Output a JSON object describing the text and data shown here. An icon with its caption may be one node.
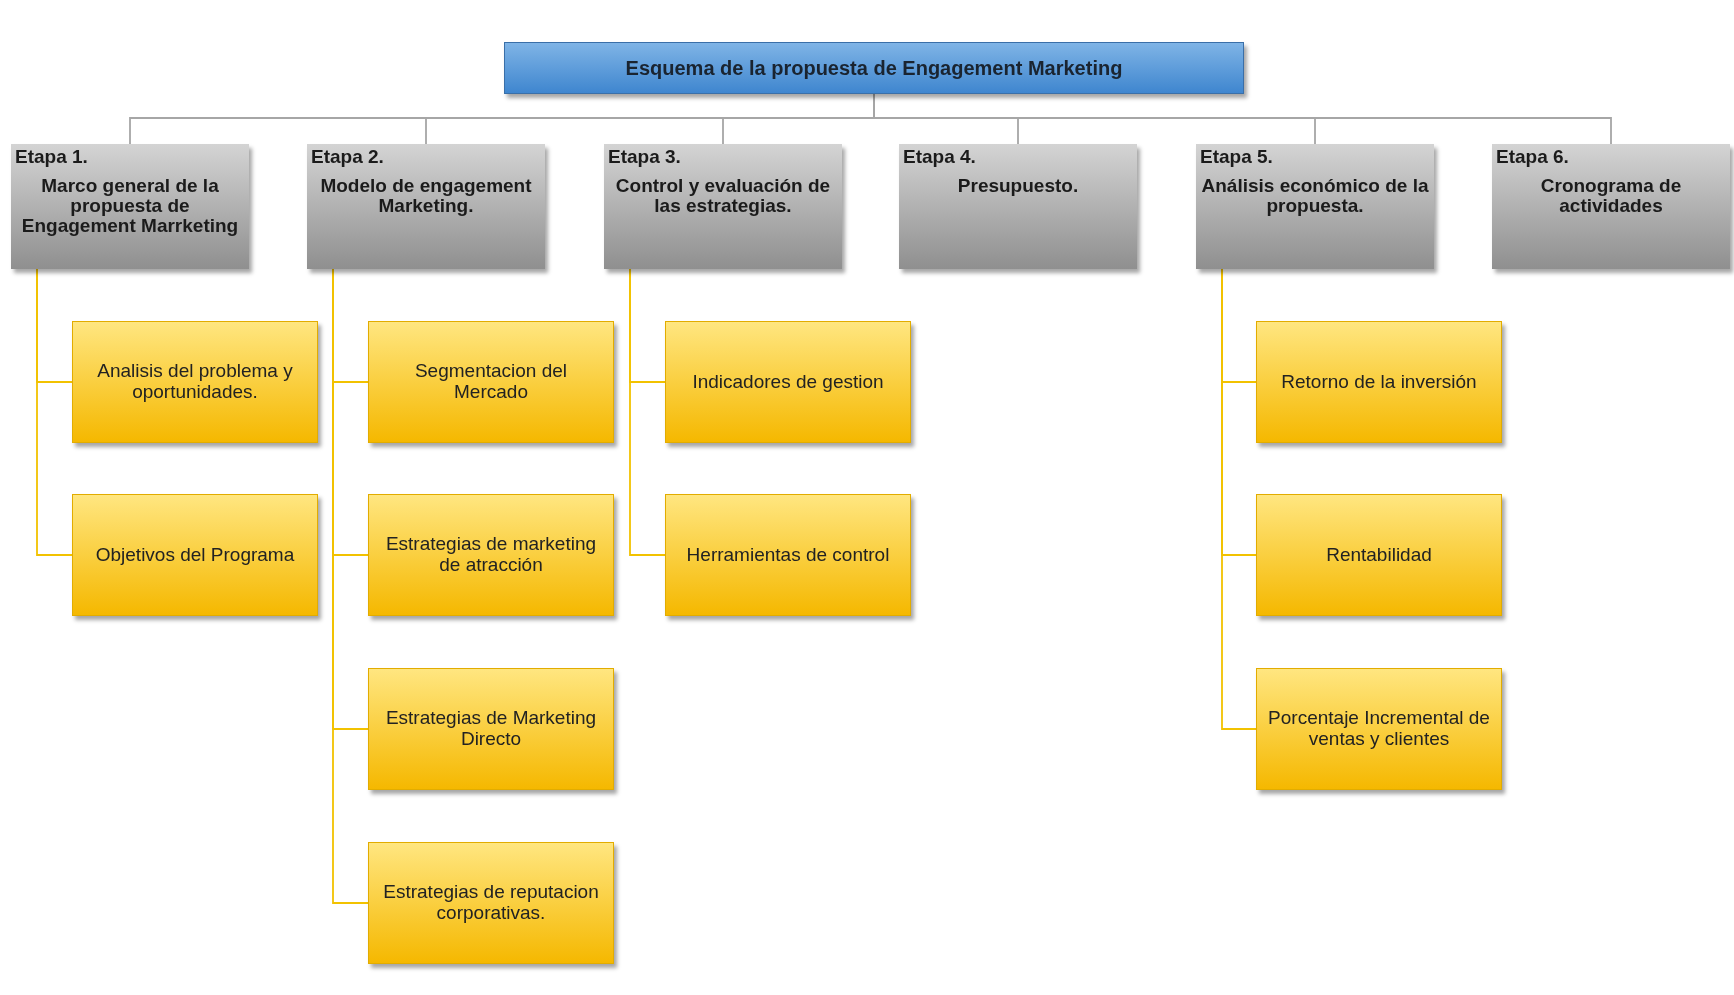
{
  "diagram": {
    "nodes": [
      {
        "text": [
          "Esquema de la propuesta de Engagement Marketing"
        ]
      },
      {
        "text": [
          "Etapa 1.",
          "Marco general de la propuesta de Engagement Marrketing"
        ]
      },
      {
        "text": [
          "Analisis del problema y oportunidades."
        ]
      },
      {
        "text": [
          "Objetivos del Programa"
        ]
      },
      {
        "text": [
          "Etapa 2.",
          "Modelo de engagement Marketing."
        ]
      },
      {
        "text": [
          "Segmentacion del Mercado"
        ]
      },
      {
        "text": [
          "Estrategias de marketing de atracción"
        ]
      },
      {
        "text": [
          "Estrategias de Marketing Directo"
        ]
      },
      {
        "text": [
          "Estrategias de reputacion corporativas."
        ]
      },
      {
        "text": [
          "Etapa 3.",
          "Control y evaluación de las estrategias."
        ]
      },
      {
        "text": [
          "Indicadores de gestion"
        ]
      },
      {
        "text": [
          "Herramientas  de control"
        ]
      },
      {
        "text": [
          "Etapa 4.",
          "Presupuesto."
        ]
      },
      {
        "text": [
          "Etapa 5.",
          "Análisis económico de la propuesta."
        ]
      },
      {
        "text": [
          "Retorno de la inversión"
        ]
      },
      {
        "text": [
          "Rentabilidad"
        ]
      },
      {
        "text": [
          "Porcentaje Incremental de ventas y clientes"
        ]
      },
      {
        "text": [
          "Etapa 6.",
          "Cronograma de actividades"
        ]
      }
    ],
    "edges": [
      {
        "from": 0,
        "to": 1,
        "arrow": "none",
        "color": "#a6a6a6"
      },
      {
        "from": 0,
        "to": 4,
        "arrow": "none",
        "color": "#a6a6a6"
      },
      {
        "from": 0,
        "to": 9,
        "arrow": "none",
        "color": "#a6a6a6"
      },
      {
        "from": 0,
        "to": 12,
        "arrow": "none",
        "color": "#a6a6a6"
      },
      {
        "from": 0,
        "to": 13,
        "arrow": "none",
        "color": "#a6a6a6"
      },
      {
        "from": 0,
        "to": 17,
        "arrow": "none",
        "color": "#a6a6a6"
      },
      {
        "from": 1,
        "to": 2,
        "arrow": "none"
      },
      {
        "from": 1,
        "to": 3,
        "arrow": "none"
      },
      {
        "from": 4,
        "to": 5,
        "arrow": "none"
      },
      {
        "from": 4,
        "to": 6,
        "arrow": "none"
      },
      {
        "from": 4,
        "to": 7,
        "arrow": "none"
      },
      {
        "from": 4,
        "to": 8,
        "arrow": "none"
      },
      {
        "from": 9,
        "to": 10,
        "arrow": "none"
      },
      {
        "from": 9,
        "to": 11,
        "arrow": "none"
      },
      {
        "from": 13,
        "to": 14,
        "arrow": "none"
      },
      {
        "from": 13,
        "to": 15,
        "arrow": "none"
      },
      {
        "from": 13,
        "to": 16,
        "arrow": "none"
      }
    ]
  }
}
